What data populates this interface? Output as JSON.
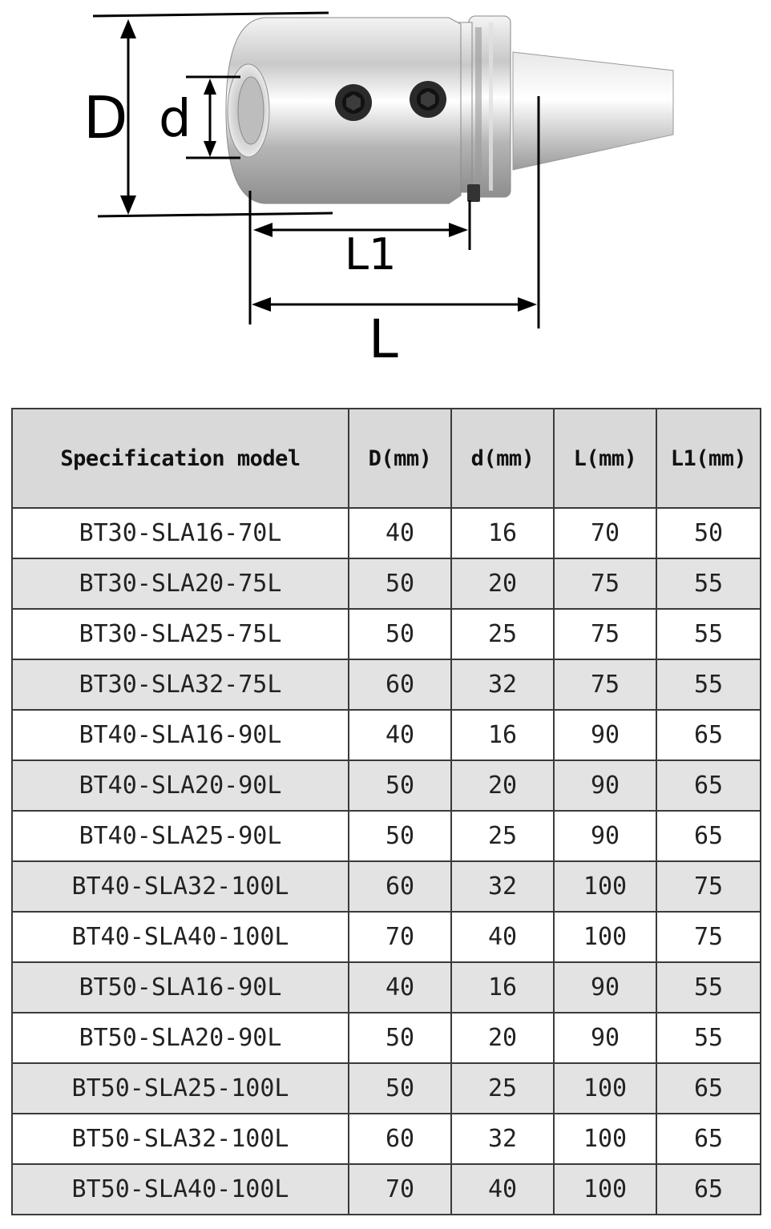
{
  "diagram": {
    "labels": {
      "D": "D",
      "d": "d",
      "L1": "L1",
      "L": "L"
    }
  },
  "table": {
    "headers": [
      "Specification model",
      "D(mm)",
      "d(mm)",
      "L(mm)",
      "L1(mm)"
    ],
    "rows": [
      [
        "BT30-SLA16-70L",
        "40",
        "16",
        "70",
        "50"
      ],
      [
        "BT30-SLA20-75L",
        "50",
        "20",
        "75",
        "55"
      ],
      [
        "BT30-SLA25-75L",
        "50",
        "25",
        "75",
        "55"
      ],
      [
        "BT30-SLA32-75L",
        "60",
        "32",
        "75",
        "55"
      ],
      [
        "BT40-SLA16-90L",
        "40",
        "16",
        "90",
        "65"
      ],
      [
        "BT40-SLA20-90L",
        "50",
        "20",
        "90",
        "65"
      ],
      [
        "BT40-SLA25-90L",
        "50",
        "25",
        "90",
        "65"
      ],
      [
        "BT40-SLA32-100L",
        "60",
        "32",
        "100",
        "75"
      ],
      [
        "BT40-SLA40-100L",
        "70",
        "40",
        "100",
        "75"
      ],
      [
        "BT50-SLA16-90L",
        "40",
        "16",
        "90",
        "55"
      ],
      [
        "BT50-SLA20-90L",
        "50",
        "20",
        "90",
        "55"
      ],
      [
        "BT50-SLA25-100L",
        "50",
        "25",
        "100",
        "65"
      ],
      [
        "BT50-SLA32-100L",
        "60",
        "32",
        "100",
        "65"
      ],
      [
        "BT50-SLA40-100L",
        "70",
        "40",
        "100",
        "65"
      ]
    ]
  }
}
